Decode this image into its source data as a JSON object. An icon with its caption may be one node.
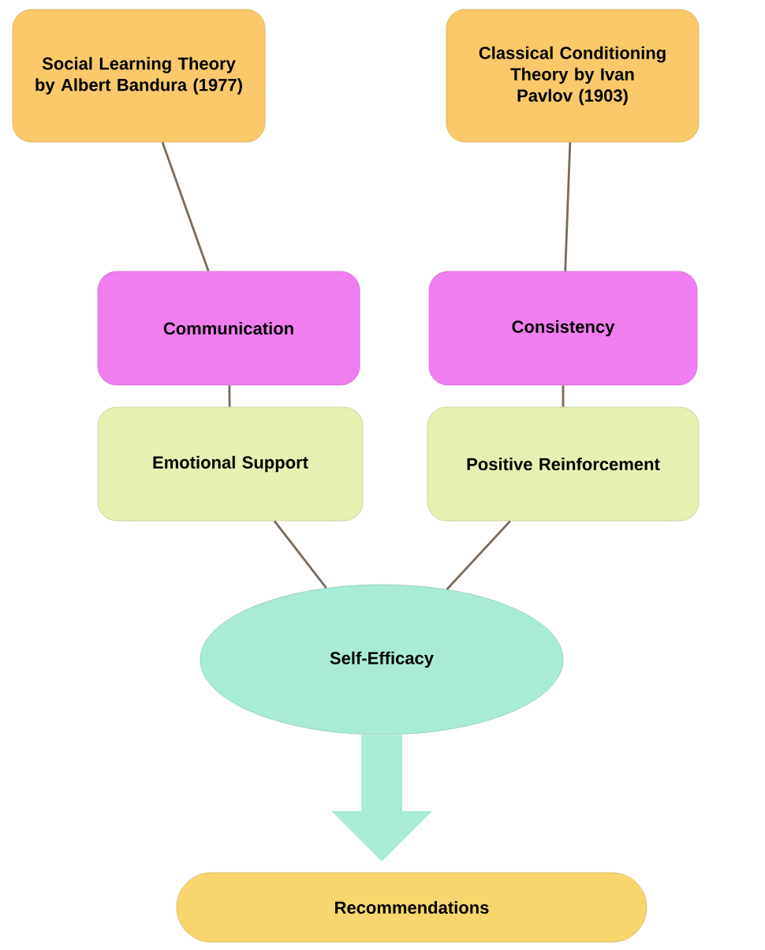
{
  "diagram": {
    "nodes": [
      {
        "text": [
          "Social Learning Theory by Albert Bandura (1977)"
        ]
      },
      {
        "text": [
          "Classical Conditioning Theory by Ivan Pavlov (1903)"
        ]
      },
      {
        "text": [
          "Communication"
        ]
      },
      {
        "text": [
          "Consistency"
        ]
      },
      {
        "text": [
          "Emotional Support"
        ]
      },
      {
        "text": [
          "Positive Reinforcement"
        ]
      },
      {
        "text": [
          "Self-Efficacy"
        ]
      },
      {
        "text": [
          "Recommendations"
        ]
      }
    ],
    "edges": [
      {
        "from": 0,
        "to": 2,
        "arrow": "none"
      },
      {
        "from": 1,
        "to": 3,
        "arrow": "none"
      },
      {
        "from": 2,
        "to": 4,
        "arrow": "none"
      },
      {
        "from": 3,
        "to": 5,
        "arrow": "none"
      },
      {
        "from": 4,
        "to": 6,
        "arrow": "none"
      },
      {
        "from": 5,
        "to": 6,
        "arrow": "none"
      },
      {
        "from": 6,
        "to": 7,
        "arrow": "to",
        "style": "thick",
        "color": "#a8ecd8"
      }
    ]
  }
}
